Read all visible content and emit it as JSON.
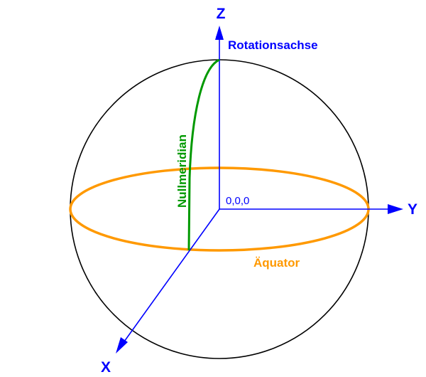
{
  "labels": {
    "axis_z": "Z",
    "axis_y": "Y",
    "axis_x": "X",
    "rotation_axis": "Rotationsachse",
    "origin": "0,0,0",
    "equator": "Äquator",
    "prime_meridian": "Nullmeridian"
  },
  "colors": {
    "axes": "#0000ff",
    "sphere_outline": "#000000",
    "equator": "#ff9900",
    "prime_meridian": "#009900"
  }
}
